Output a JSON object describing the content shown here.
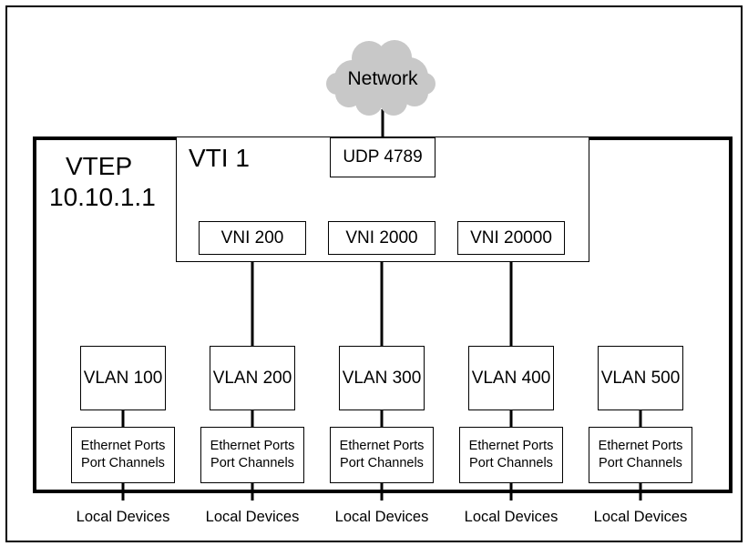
{
  "network": {
    "label": "Network"
  },
  "vtep": {
    "title": "VTEP",
    "address": "10.10.1.1"
  },
  "vti": {
    "title": "VTI 1",
    "udp_port_label": "UDP 4789"
  },
  "vnis": [
    {
      "label": "VNI 200"
    },
    {
      "label": "VNI 2000"
    },
    {
      "label": "VNI 20000"
    }
  ],
  "vlans": [
    {
      "label": "VLAN 100",
      "ports_line1": "Ethernet Ports",
      "ports_line2": "Port Channels",
      "devices": "Local Devices"
    },
    {
      "label": "VLAN 200",
      "ports_line1": "Ethernet Ports",
      "ports_line2": "Port Channels",
      "devices": "Local Devices"
    },
    {
      "label": "VLAN 300",
      "ports_line1": "Ethernet Ports",
      "ports_line2": "Port Channels",
      "devices": "Local Devices"
    },
    {
      "label": "VLAN 400",
      "ports_line1": "Ethernet Ports",
      "ports_line2": "Port Channels",
      "devices": "Local Devices"
    },
    {
      "label": "VLAN 500",
      "ports_line1": "Ethernet Ports",
      "ports_line2": "Port Channels",
      "devices": "Local Devices"
    }
  ],
  "colors": {
    "cloud_fill": "#c8c8c8",
    "line": "#000000",
    "background": "#ffffff"
  }
}
